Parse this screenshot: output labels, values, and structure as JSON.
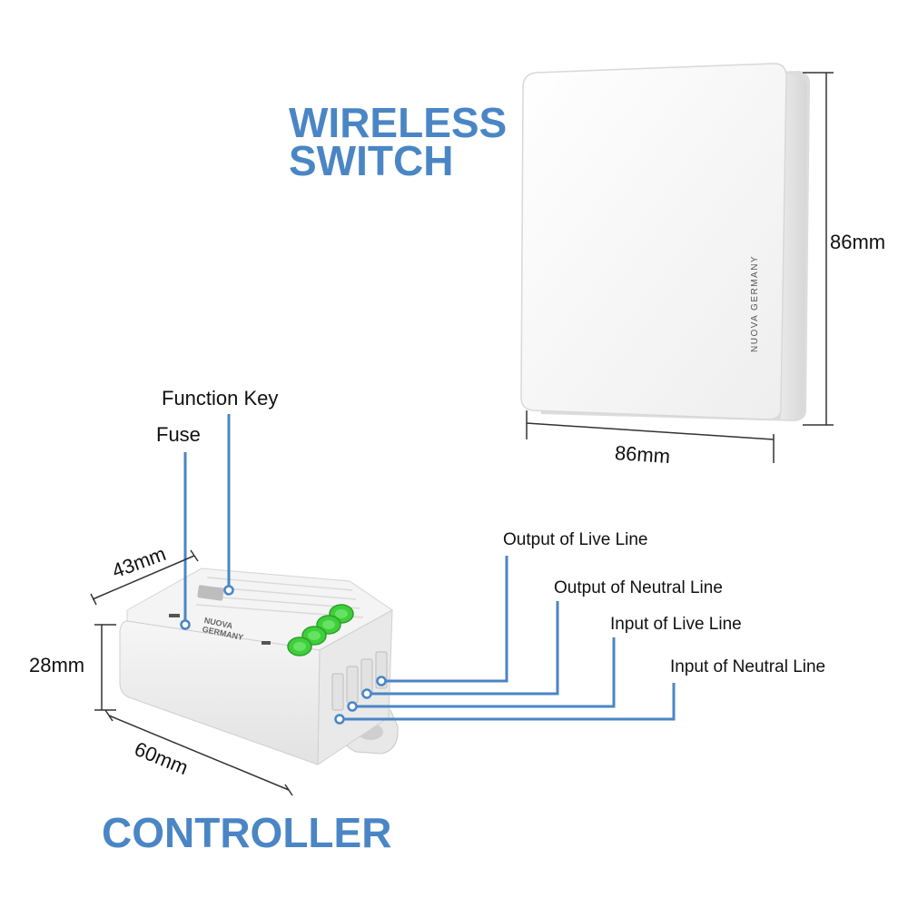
{
  "wireless_switch": {
    "title_line1": "WIRELESS",
    "title_line2": "SWITCH",
    "brand": "NUOVA GERMANY",
    "height_dim": "86mm",
    "width_dim": "86mm"
  },
  "controller": {
    "title": "CONTROLLER",
    "brand_line1": "NUOVA",
    "brand_line2": "GERMANY",
    "depth_dim": "43mm",
    "height_dim": "28mm",
    "length_dim": "60mm",
    "callouts": {
      "function_key": "Function Key",
      "fuse": "Fuse",
      "output_live": "Output of Live Line",
      "output_neutral": "Output of Neutral Line",
      "input_live": "Input of Live Line",
      "input_neutral": "Input of Neutral Line"
    }
  },
  "colors": {
    "accent": "#4a86c5",
    "terminal_green": "#3ecf3a",
    "body_white": "#f2f2f2"
  }
}
